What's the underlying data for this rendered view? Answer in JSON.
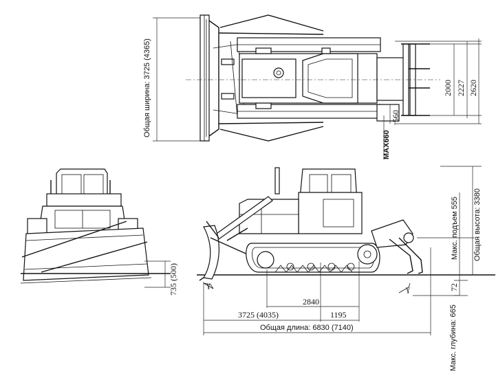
{
  "top_view": {
    "overall_width": "Общая ширина: 3725 (4365)",
    "dim_2000": "2000",
    "dim_2227": "2227",
    "dim_2620": "2620",
    "dim_560": "560",
    "max_660": "MAX660"
  },
  "front_view": {
    "dim_735": "735 (500)"
  },
  "side_view": {
    "max_lift": "Макс. подъем  555",
    "overall_height": "Общая высота: 3380",
    "dim_72": "72",
    "max_depth": "Макс. глубина: 665",
    "dim_2840": "2840",
    "dim_3725": "3725 (4035)",
    "dim_1195": "1195",
    "overall_length": "Общая длина: 6830 (7140)"
  }
}
